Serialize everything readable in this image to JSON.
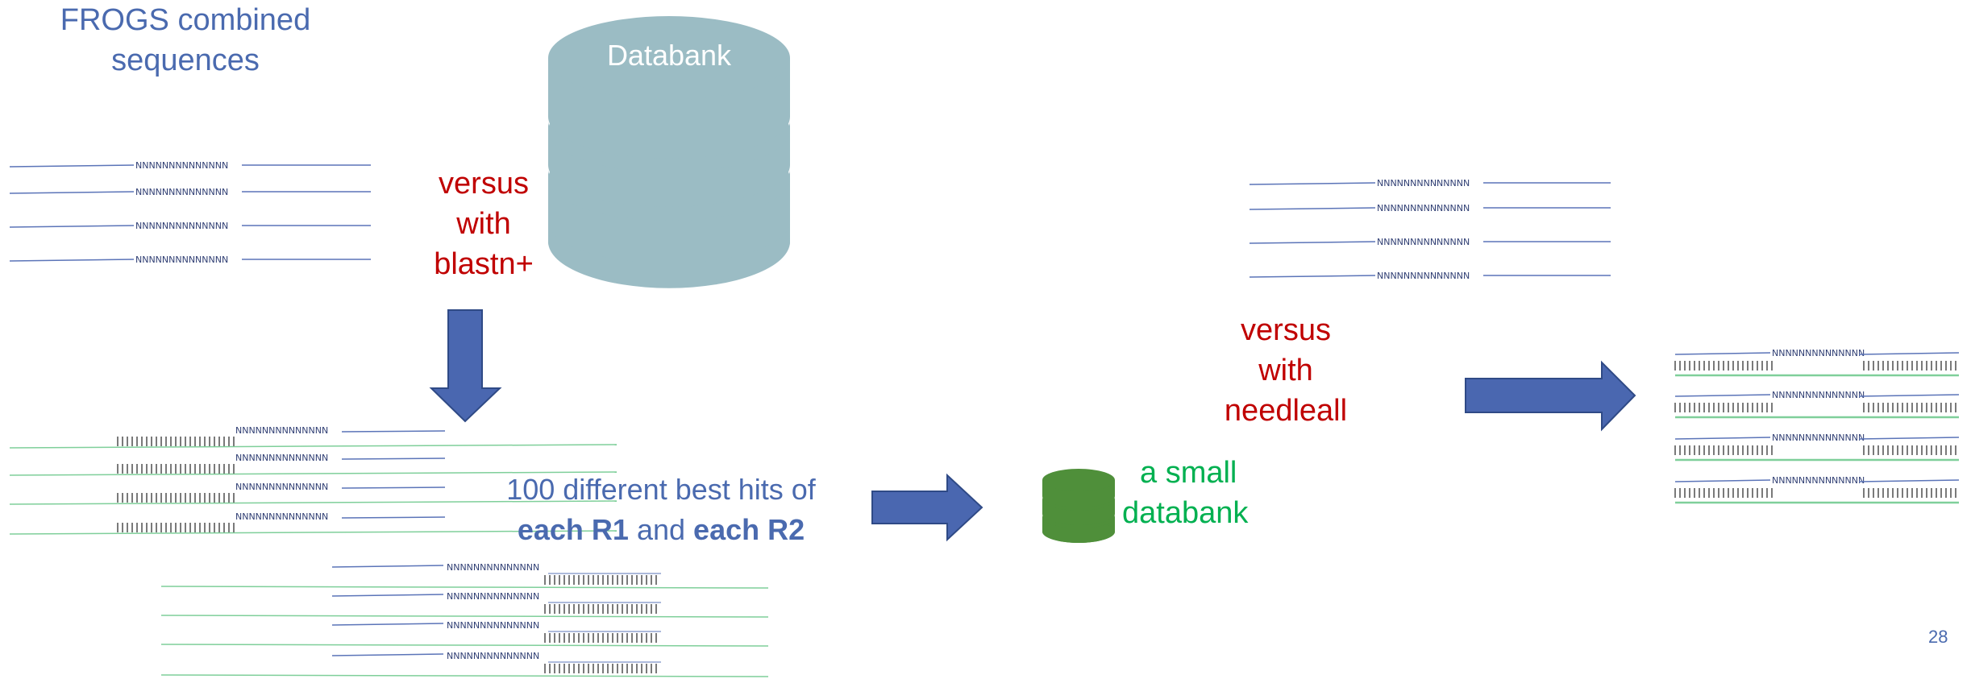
{
  "texts": {
    "frogs_title": "FROGS combined sequences",
    "databank_label": "Databank",
    "versus_blast_1": "versus",
    "versus_blast_2": "with",
    "versus_blast_3": "blastn+",
    "hits_line1": "100 different best hits of",
    "hits_each1": "each R1",
    "hits_and": "and",
    "hits_each2": "each R2",
    "small_db_1": "a small",
    "small_db_2": "databank",
    "versus_needle_1": "versus",
    "versus_needle_2": "with",
    "versus_needle_3": "needleall",
    "page_number": "28"
  },
  "sequence_label": "NNNNNNNNNNNNNN",
  "colors": {
    "seq_line": "#5b74b8",
    "green_line": "#7fcf9a",
    "tick_gray": "#7a7a7a",
    "arrow_blue": "#4a67b0",
    "arrow_border": "#2f4a86",
    "databank_fill": "#9bbcc4",
    "small_db_fill": "#4f8f3a",
    "label_text": "#2f3e73"
  }
}
